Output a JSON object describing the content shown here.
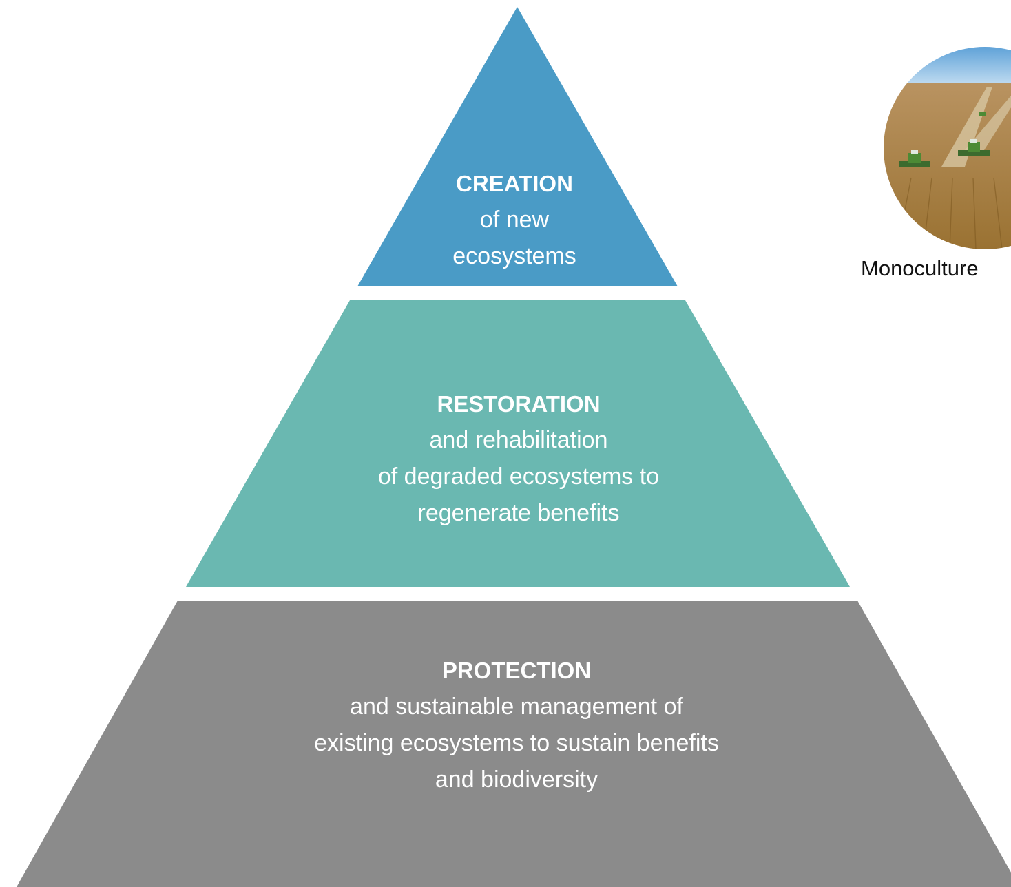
{
  "colors": {
    "creation": "#4a9bc6",
    "restoration": "#6ab8b1",
    "protection": "#8b8b8b"
  },
  "tiers": {
    "creation": {
      "heading": "CREATION",
      "lines": [
        "of new",
        "ecosystems"
      ]
    },
    "restoration": {
      "heading": "RESTORATION",
      "lines": [
        "and rehabilitation",
        "of degraded ecosystems to",
        "regenerate benefits"
      ]
    },
    "protection": {
      "heading": "PROTECTION",
      "lines": [
        "and sustainable management of",
        "existing ecosystems to sustain benefits",
        "and biodiversity"
      ]
    }
  },
  "photo": {
    "caption": "Monoculture"
  }
}
